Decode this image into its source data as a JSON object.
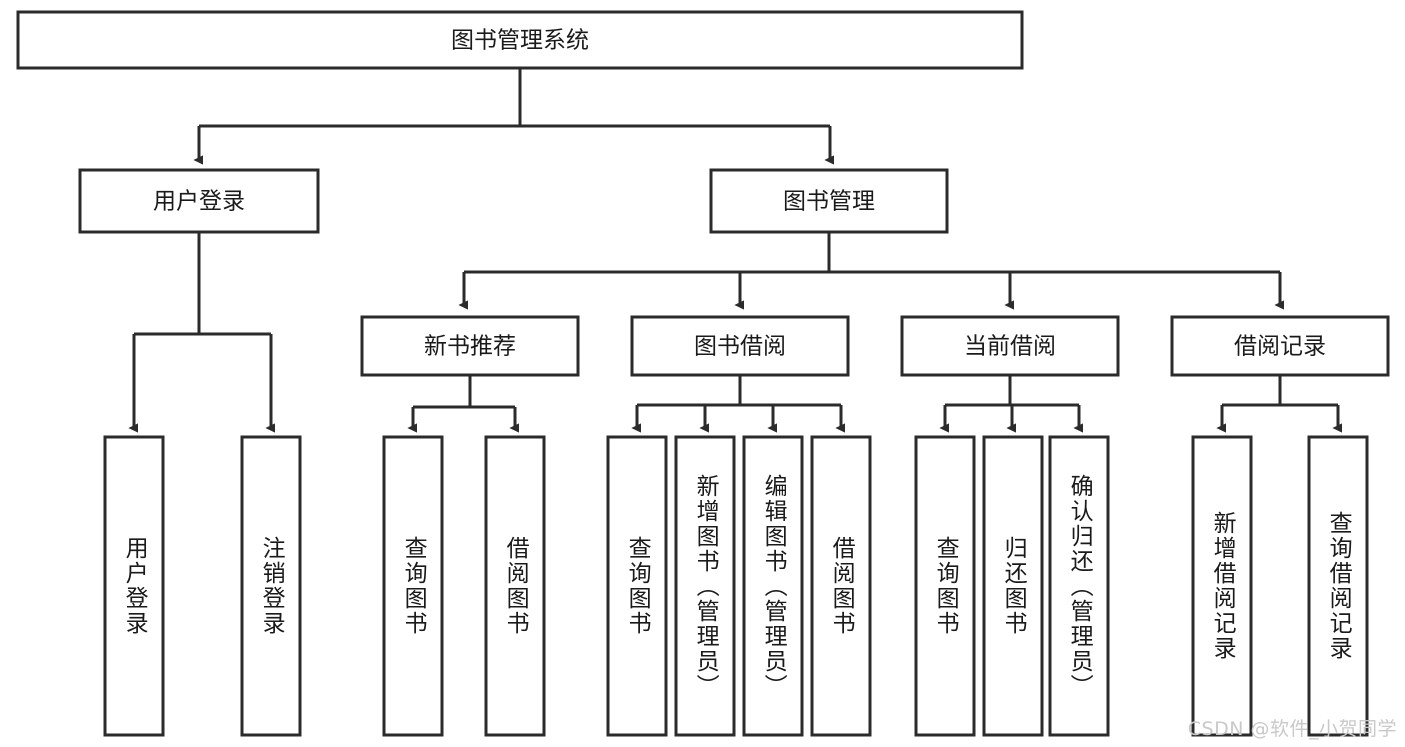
{
  "diagram": {
    "type": "tree-hierarchy",
    "title_node": "图书管理系统",
    "watermark": "CSDN @软件_小贺同学",
    "colors": {
      "box_stroke": "#2b2b2b",
      "box_fill": "#ffffff",
      "text": "#1a1a1a",
      "background": "#ffffff",
      "watermark": "#c9c9c9"
    },
    "root": {
      "label": "图书管理系统"
    },
    "level2": [
      {
        "label": "用户登录"
      },
      {
        "label": "图书管理"
      }
    ],
    "level3": [
      {
        "label": "新书推荐"
      },
      {
        "label": "图书借阅"
      },
      {
        "label": "当前借阅"
      },
      {
        "label": "借阅记录"
      }
    ],
    "leaves": {
      "user_login": [
        {
          "label": "用户登录"
        },
        {
          "label": "注销登录"
        }
      ],
      "new_book_recommend": [
        {
          "label": "查询图书"
        },
        {
          "label": "借阅图书"
        }
      ],
      "book_borrow": [
        {
          "label": "查询图书"
        },
        {
          "label": "新增图书（管理员）"
        },
        {
          "label": "编辑图书（管理员）"
        },
        {
          "label": "借阅图书"
        }
      ],
      "current_borrow": [
        {
          "label": "查询图书"
        },
        {
          "label": "归还图书"
        },
        {
          "label": "确认归还（管理员）"
        }
      ],
      "borrow_records": [
        {
          "label": "新增借阅记录"
        },
        {
          "label": "查询借阅记录"
        }
      ]
    }
  }
}
